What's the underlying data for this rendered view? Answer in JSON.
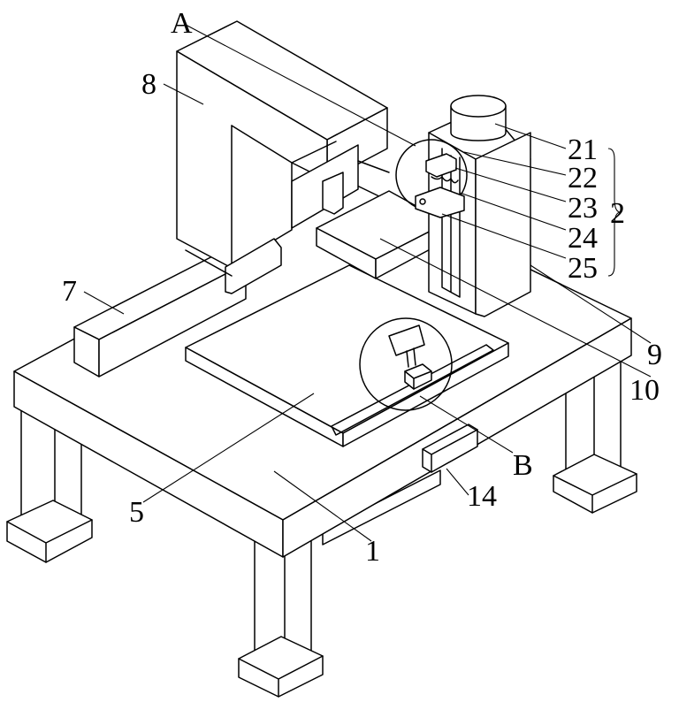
{
  "labels": {
    "A": "A",
    "n8": "8",
    "n7": "7",
    "n21": "21",
    "n22": "22",
    "n23": "23",
    "n2": "2",
    "n24": "24",
    "n25": "25",
    "n9": "9",
    "n10": "10",
    "nB": "B",
    "n14": "14",
    "n5": "5",
    "n1": "1"
  }
}
